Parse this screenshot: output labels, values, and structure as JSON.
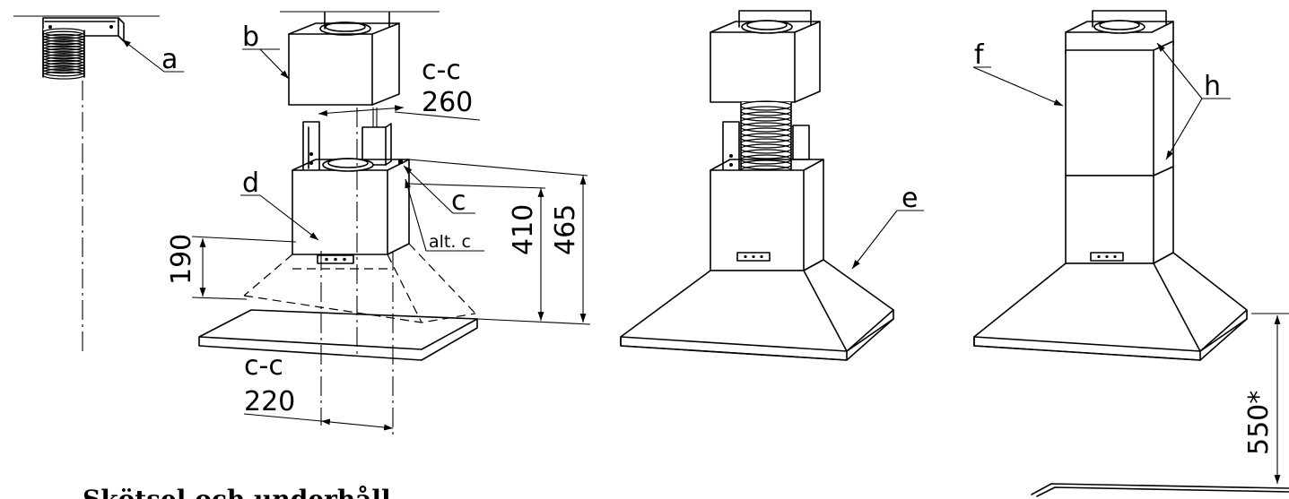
{
  "labels": {
    "a": "a",
    "b": "b",
    "c": "c",
    "alt_c": "alt. c",
    "d": "d",
    "e": "e",
    "f": "f",
    "h": "h"
  },
  "dimensions": {
    "cc_top_label": "c-c",
    "cc_top_value": "260",
    "cc_bottom_label": "c-c",
    "cc_bottom_value": "220",
    "height_190": "190",
    "height_410": "410",
    "height_465": "465",
    "height_550": "550*"
  },
  "caption": "Skötsel och underhåll"
}
